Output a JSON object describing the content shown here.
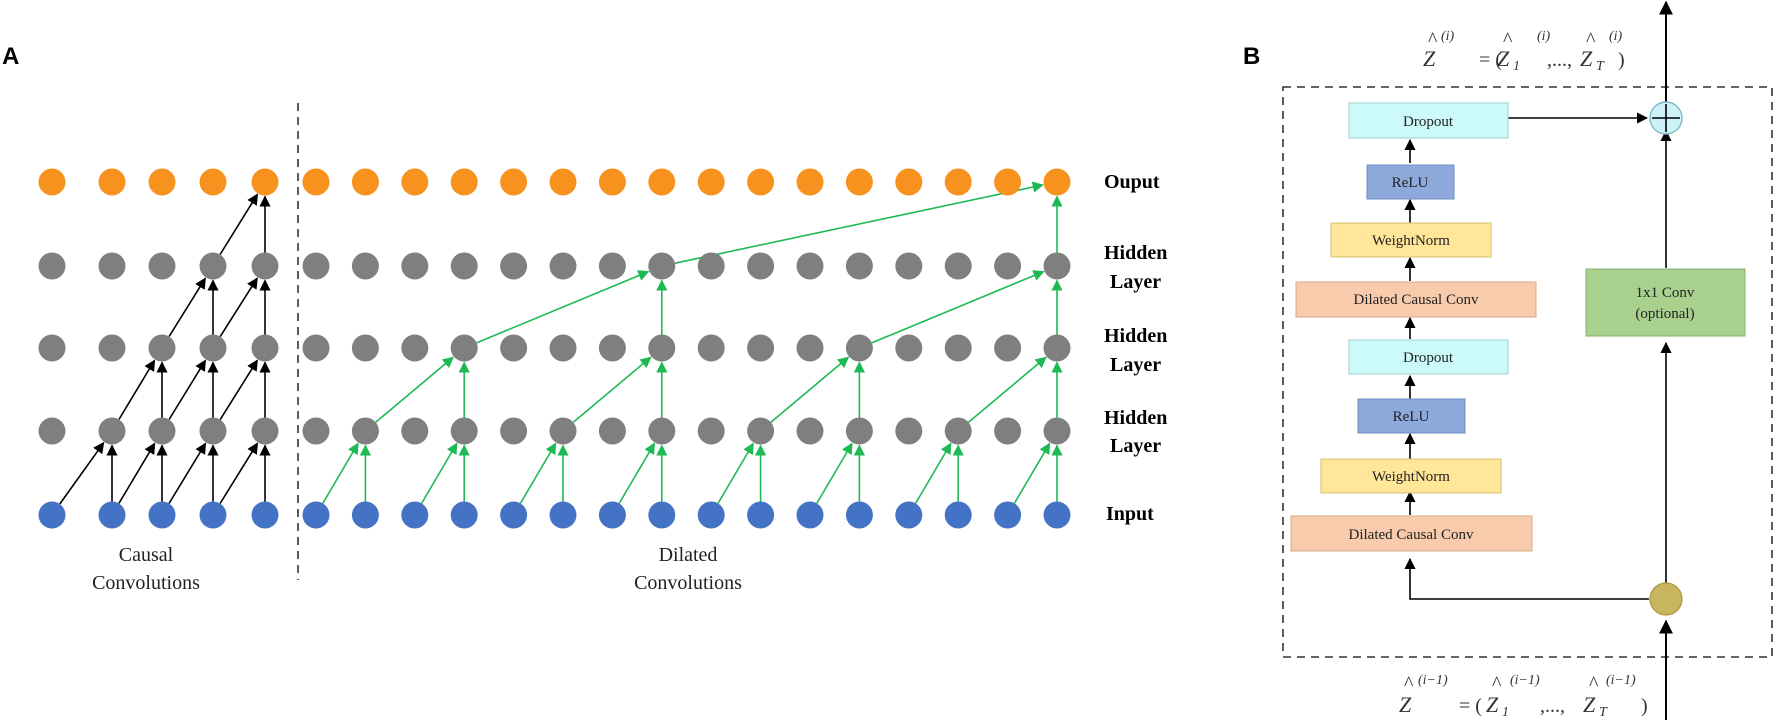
{
  "panels": {
    "a_letter": "A",
    "b_letter": "B"
  },
  "panel_a": {
    "row_labels": {
      "output": "Ouput",
      "hidden1_line1": "Hidden",
      "hidden1_line2": "Layer",
      "hidden2_line1": "Hidden",
      "hidden2_line2": "Layer",
      "hidden3_line1": "Hidden",
      "hidden3_line2": "Layer",
      "input": "Input"
    },
    "captions": {
      "causal_line1": "Causal",
      "causal_line2": "Convolutions",
      "dilated_line1": "Dilated",
      "dilated_line2": "Convolutions"
    },
    "colors": {
      "output_node": "#F7921E",
      "hidden_node": "#7F7F7F",
      "input_node": "#4472C4",
      "causal_arrow": "#000000",
      "dilated_arrow": "#1DB954"
    }
  },
  "panel_b": {
    "blocks": {
      "dropout_top": "Dropout",
      "relu_top": "ReLU",
      "weightnorm_top": "WeightNorm",
      "dilated_conv_top": "Dilated Causal Conv",
      "dropout_bottom": "Dropout",
      "relu_bottom": "ReLU",
      "weightnorm_bottom": "WeightNorm",
      "dilated_conv_bottom": "Dilated Causal Conv",
      "conv1x1_line1": "1x1 Conv",
      "conv1x1_line2": "(optional)"
    },
    "formula_top": {
      "z": "Z",
      "sup": "(i)",
      "eq": "= (",
      "z1": "Z",
      "sub1": "1",
      "sup1": "(i)",
      "dots": ",...,",
      "zt": "Z",
      "subt": "T",
      "supt": "(i)",
      "close": ")"
    },
    "formula_bottom": {
      "z": "Z",
      "sup": "(i−1)",
      "eq": "= (",
      "z1": "Z",
      "sub1": "1",
      "sup1": "(i−1)",
      "dots": ",...,",
      "zt": "Z",
      "subt": "T",
      "supt": "(i−1)",
      "close": ")"
    },
    "colors": {
      "dropout": "#CCFAFA",
      "relu": "#8EA9DB",
      "weightnorm": "#FFE699",
      "dilated_conv": "#F8CBAD",
      "conv1x1": "#A9D18E",
      "add_node": "#CCF2F7",
      "split_node": "#C9B560"
    }
  }
}
